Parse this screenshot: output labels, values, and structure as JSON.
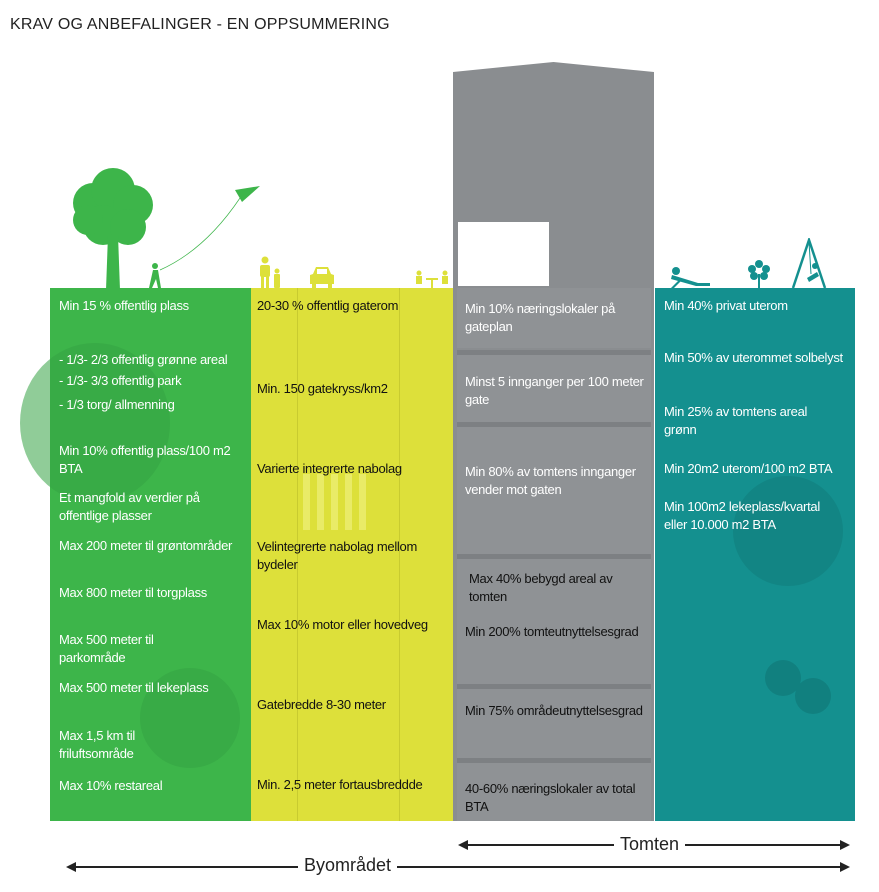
{
  "title": "KRAV OG ANBEFALINGER - EN OPPSUMMERING",
  "colors": {
    "green": "#3db54a",
    "yellow": "#dde03a",
    "gray": "#8a8d90",
    "teal": "#14908f"
  },
  "byomradet": {
    "label": "Byområdet",
    "green": [
      "Min 15 % offentlig plass",
      "- 1/3- 2/3 offentlig grønne areal",
      "- 1/3- 3/3 offentlig park",
      "- 1/3 torg/ allmenning",
      "Min 10% offentlig plass/100 m2 BTA",
      "Et mangfold av verdier på offentlige plasser",
      "Max 200 meter til grøntområder",
      "Max 800 meter til torgplass",
      "Max 500 meter til parkområde",
      "Max 500 meter til lekeplass",
      "Max 1,5 km til friluftsområde",
      "Max 10% restareal"
    ],
    "yellow": [
      "20-30 % offentlig gaterom",
      "Min. 150 gatekryss/km2",
      "Varierte integrerte  nabolag",
      "Velintegrerte nabolag mellom bydeler",
      "Max 10% motor eller hovedveg",
      "Gatebredde 8-30 meter",
      "Min. 2,5  meter fortausbreddde"
    ]
  },
  "tomten": {
    "label": "Tomten",
    "gray": [
      "Min 10% næringslokaler på gateplan",
      "Minst 5 innganger per 100 meter gate",
      "Min 80% av tomtens innganger vender mot gaten",
      "Max 40% bebygd areal av tomten",
      "Min 200% tomteutnyttelsesgrad",
      "Min 75% områdeutnyttelsesgrad",
      "40-60% næringslokaler av total BTA"
    ],
    "teal": [
      "Min 40% privat uterom",
      "Min 50% av uterommet solbelyst",
      "Min 25% av  tomtens areal grønn",
      "Min 20m2 uterom/100 m2 BTA",
      "Min 100m2 lekeplass/kvartal eller 10.000 m2 BTA"
    ]
  }
}
